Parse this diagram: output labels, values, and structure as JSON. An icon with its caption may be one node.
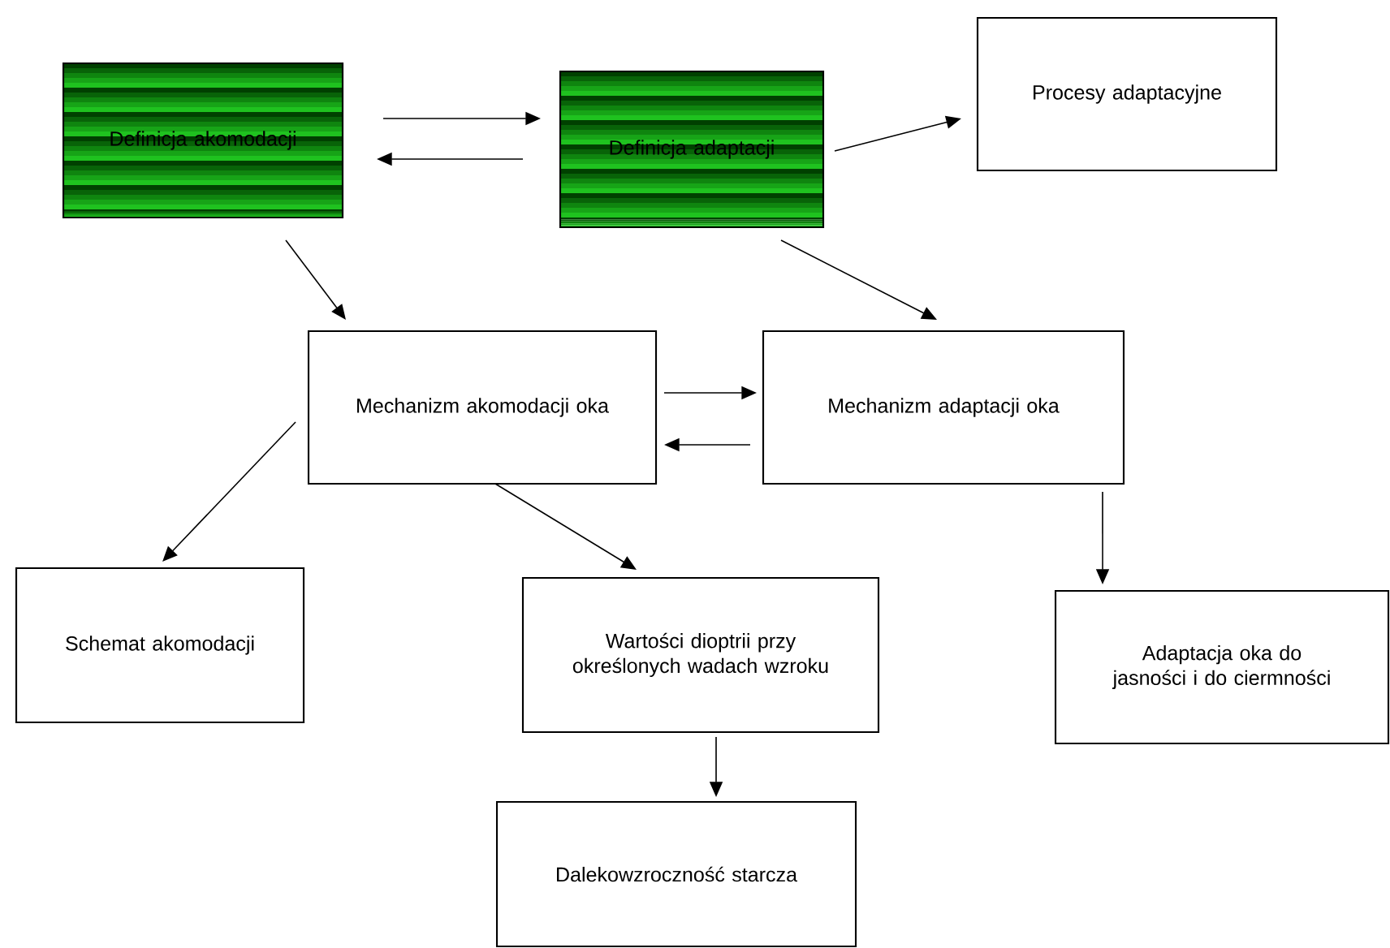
{
  "diagram": {
    "nodes": [
      {
        "text": [
          "Definicja akomodacji"
        ]
      },
      {
        "text": [
          "Definicja adaptacji"
        ]
      },
      {
        "text": [
          "Procesy adaptacyjne"
        ]
      },
      {
        "text": [
          "Mechanizm akomodacji oka"
        ]
      },
      {
        "text": [
          "Mechanizm adaptacji oka"
        ]
      },
      {
        "text": [
          "Schemat akomodacji"
        ]
      },
      {
        "text": [
          "Wartości dioptrii przy określonych wadach wzroku"
        ]
      },
      {
        "text": [
          "Adaptacja oka do jasności i do ciermności"
        ]
      },
      {
        "text": [
          "Dalekowzroczność starcza"
        ]
      }
    ],
    "edges": [
      {
        "from": 0,
        "to": 1,
        "arrow": "to"
      },
      {
        "from": 1,
        "to": 0,
        "arrow": "to"
      },
      {
        "from": 1,
        "to": 2,
        "arrow": "to"
      },
      {
        "from": 0,
        "to": 3,
        "arrow": "to"
      },
      {
        "from": 1,
        "to": 4,
        "arrow": "to"
      },
      {
        "from": 3,
        "to": 4,
        "arrow": "to"
      },
      {
        "from": 4,
        "to": 3,
        "arrow": "to"
      },
      {
        "from": 3,
        "to": 5,
        "arrow": "to"
      },
      {
        "from": 3,
        "to": 6,
        "arrow": "to"
      },
      {
        "from": 4,
        "to": 7,
        "arrow": "to"
      },
      {
        "from": 6,
        "to": 8,
        "arrow": "to"
      }
    ]
  }
}
